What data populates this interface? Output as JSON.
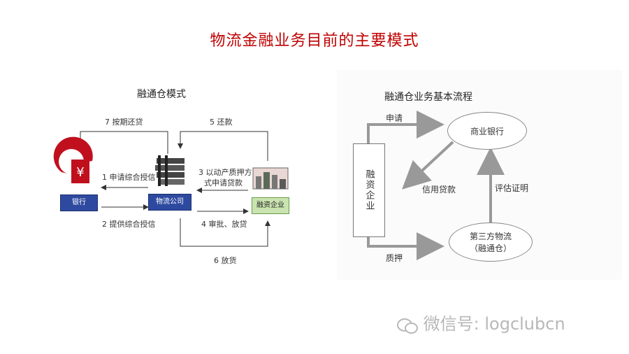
{
  "title": "物流金融业务目前的主要模式",
  "left": {
    "subtitle": "融通仓模式",
    "nodes": {
      "bank": "银行",
      "logistics": "物流公司",
      "enterprise": "融资企业"
    },
    "steps": {
      "s1": "1 申请综合授信",
      "s2": "2 提供综合授信",
      "s3a": "3 以动产质押方",
      "s3b": "式申请贷款",
      "s4": "4 审批、放贷",
      "s5": "5 还款",
      "s6": "6 放货",
      "s7": "7 按期还贷"
    }
  },
  "right": {
    "subtitle": "融通仓业务基本流程",
    "enterprise": "融资企业",
    "bank": "商业银行",
    "third_party_line1": "第三方物流",
    "third_party_line2": "（融通仓）",
    "apply": "申请",
    "credit_loan": "信用贷款",
    "evaluation": "评估证明",
    "pledge": "质押"
  },
  "watermark": "微信号: logclubcn",
  "colors": {
    "title": "#c00000",
    "bank_red": "#c0101e",
    "node_blue": "#2e4aa0",
    "node_green": "#c9e4b0"
  }
}
